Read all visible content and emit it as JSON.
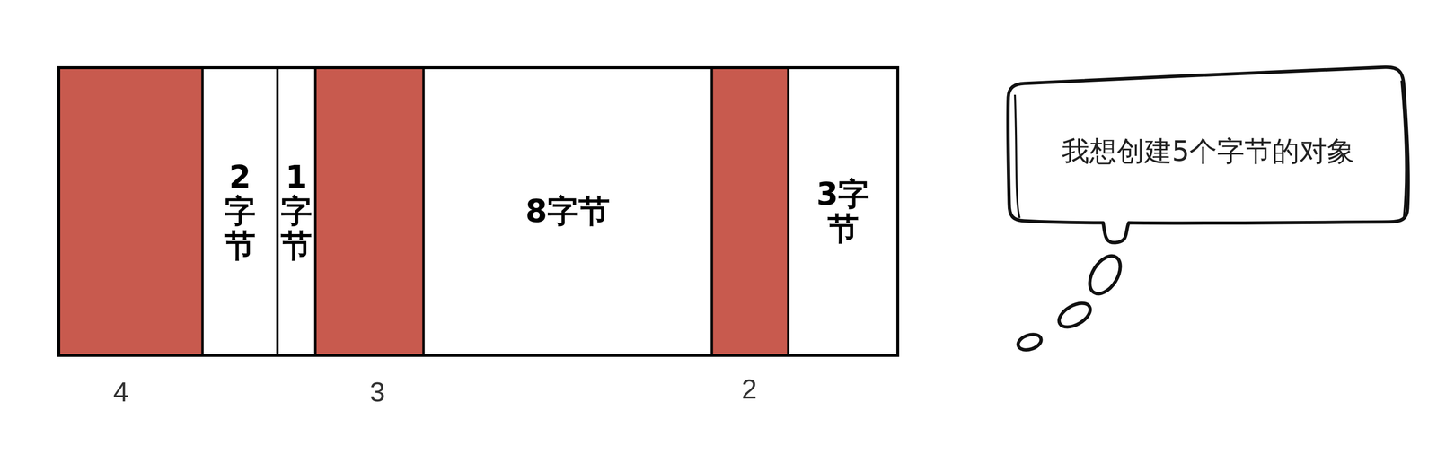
{
  "diagram": {
    "nodes": [
      {
        "text": [
          "2字节"
        ]
      },
      {
        "text": [
          "1字节"
        ]
      },
      {
        "text": [
          "8字节"
        ]
      },
      {
        "text": [
          "3字节"
        ]
      },
      {
        "text": [
          "我想创建5个字节的对象"
        ]
      }
    ],
    "labels": [
      "4",
      "3",
      "2"
    ]
  }
}
